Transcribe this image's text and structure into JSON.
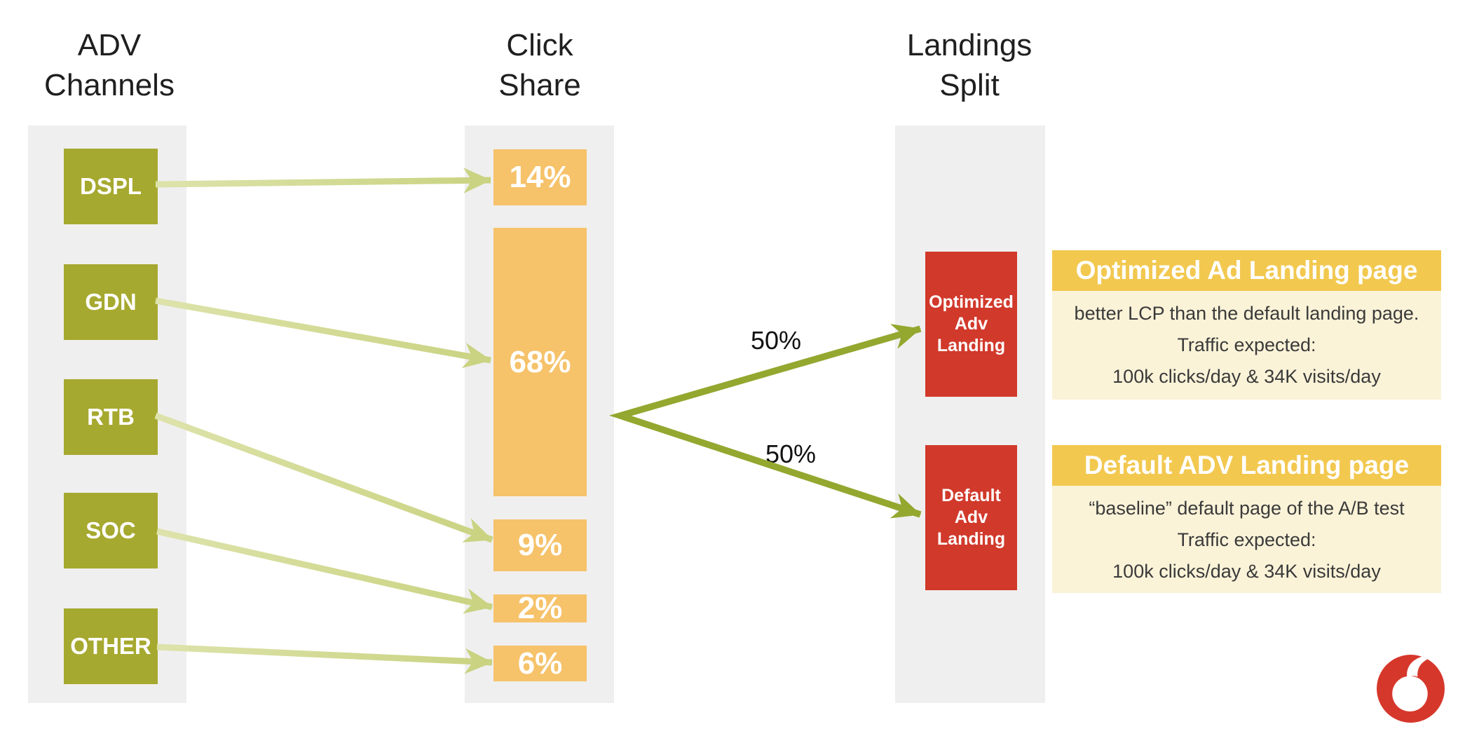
{
  "page": {
    "background": "#ffffff"
  },
  "colors": {
    "column_bg": "#f0efef",
    "channel_box": "#a6a92f",
    "share_box": "#f6c26a",
    "landing_box": "#d1392b",
    "arrow_light": "#c9d381",
    "arrow_light_tail": "#dde3ab",
    "arrow_dark": "#94a72f",
    "card_header_bg": "#f2c84f",
    "card_body_bg": "#fbf3d8",
    "title_text": "#1f1f1f",
    "logo_red": "#d6372b"
  },
  "columns": {
    "channels": {
      "title_line1": "ADV",
      "title_line2": "Channels",
      "items": [
        {
          "label": "DSPL"
        },
        {
          "label": "GDN"
        },
        {
          "label": "RTB"
        },
        {
          "label": "SOC"
        },
        {
          "label": "OTHER"
        }
      ]
    },
    "click_share": {
      "title_line1": "Click",
      "title_line2": "Share",
      "items": [
        {
          "label": "14%"
        },
        {
          "label": "68%"
        },
        {
          "label": "9%"
        },
        {
          "label": "2%"
        },
        {
          "label": "6%"
        }
      ]
    },
    "landings": {
      "title_line1": "Landings",
      "title_line2": "Split",
      "items": [
        {
          "line1": "Optimized",
          "line2": "Adv",
          "line3": "Landing"
        },
        {
          "line1": "Default",
          "line2": "Adv",
          "line3": "Landing"
        }
      ]
    }
  },
  "flows": {
    "channel_to_share": [
      {
        "from": "DSPL",
        "to": "14%"
      },
      {
        "from": "GDN",
        "to": "68%"
      },
      {
        "from": "RTB",
        "to": "9%"
      },
      {
        "from": "SOC",
        "to": "2%"
      },
      {
        "from": "OTHER",
        "to": "6%"
      }
    ],
    "split": [
      {
        "label": "50%",
        "to": "Optimized Adv Landing"
      },
      {
        "label": "50%",
        "to": "Default Adv Landing"
      }
    ]
  },
  "cards": [
    {
      "title": "Optimized Ad Landing page",
      "line1": "better LCP than the default landing page.",
      "line2": "Traffic expected:",
      "line3": "100k clicks/day & 34K visits/day"
    },
    {
      "title": "Default ADV Landing page",
      "line1": "“baseline” default page of the A/B test",
      "line2": "Traffic expected:",
      "line3": "100k clicks/day & 34K visits/day"
    }
  ],
  "logo": {
    "name": "vodafone-speech-mark"
  }
}
